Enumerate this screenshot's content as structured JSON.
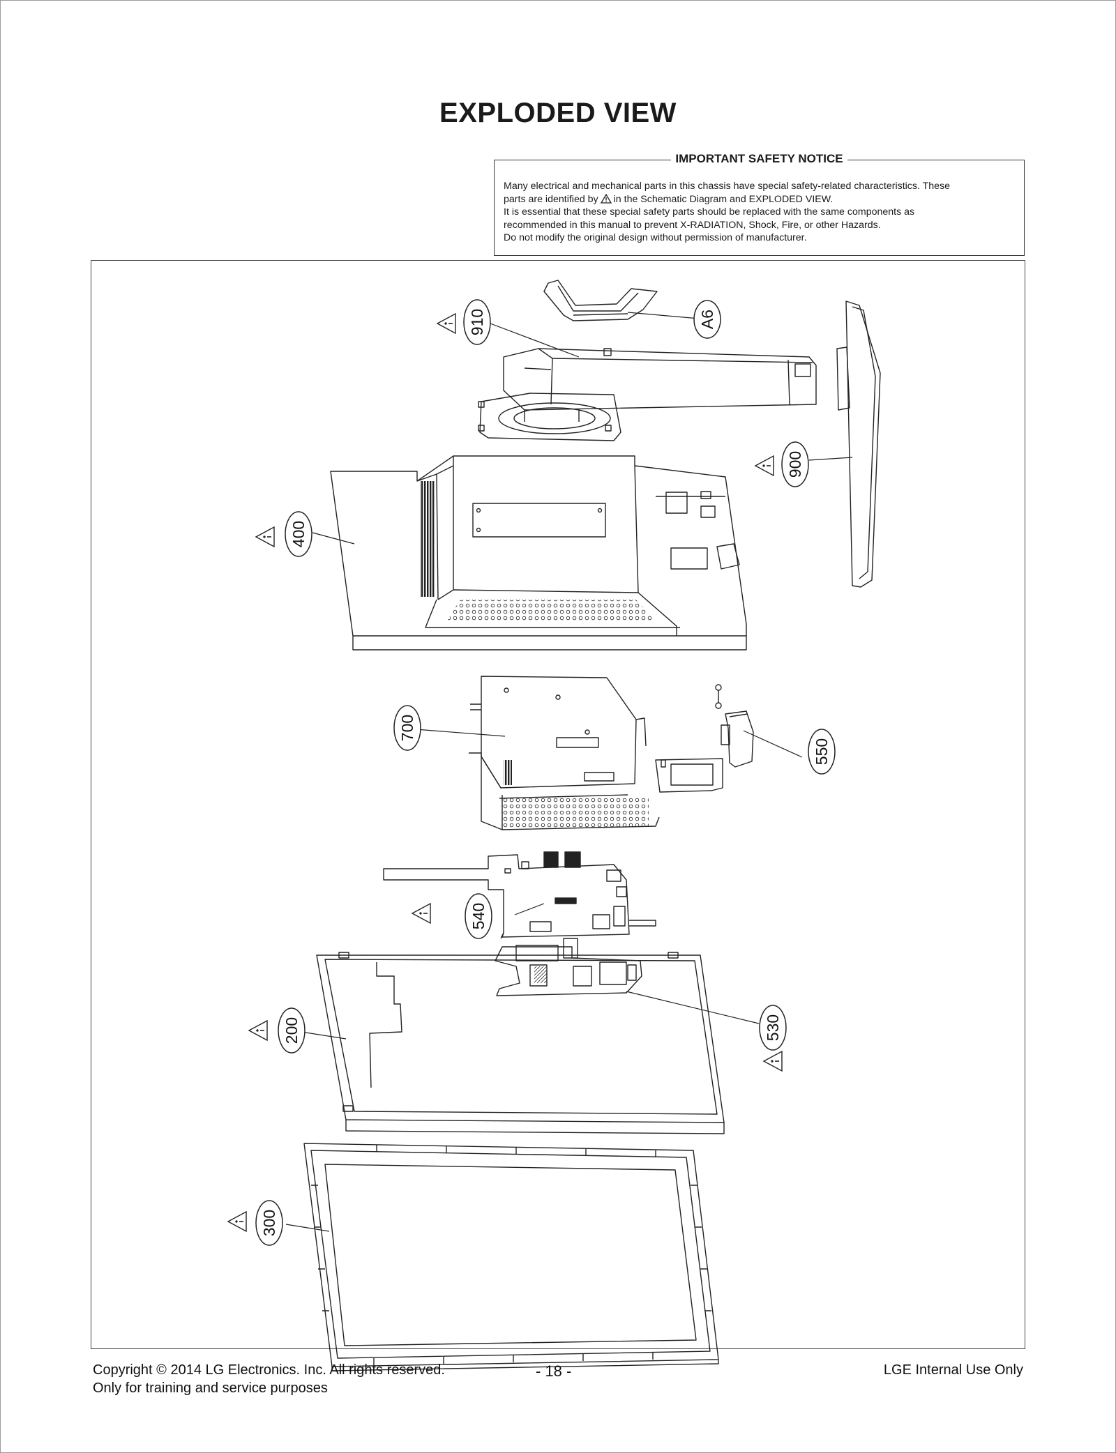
{
  "title": "EXPLODED VIEW",
  "safety_notice": {
    "heading": "IMPORTANT SAFETY NOTICE",
    "line1": "Many electrical and mechanical parts in this chassis have special safety-related characteristics. These",
    "line2a": "parts are identified by",
    "line2b": "in the Schematic Diagram and EXPLODED VIEW.",
    "line3": "It is essential that these special safety parts should be replaced with the same components as",
    "line4": "recommended in this manual to prevent X-RADIATION, Shock, Fire, or other Hazards.",
    "line5": "Do not modify the original design without permission of manufacturer."
  },
  "parts": [
    {
      "label": "910"
    },
    {
      "label": "A6"
    },
    {
      "label": "900"
    },
    {
      "label": "400"
    },
    {
      "label": "700"
    },
    {
      "label": "550"
    },
    {
      "label": "540"
    },
    {
      "label": "200"
    },
    {
      "label": "530"
    },
    {
      "label": "300"
    }
  ],
  "footer": {
    "copyright": "Copyright  © 2014  LG Electronics. Inc. All rights reserved.",
    "purpose": "Only for training and service purposes",
    "page_number": "- 18 -",
    "internal": "LGE Internal Use Only"
  }
}
